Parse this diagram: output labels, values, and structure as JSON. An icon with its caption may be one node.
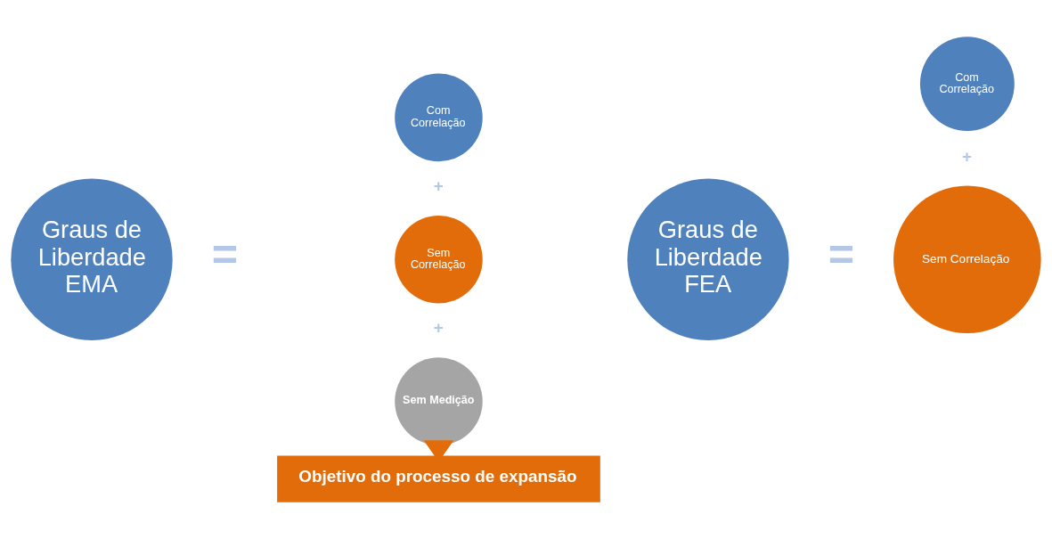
{
  "diagram": {
    "nodes": [
      {
        "text": [
          "Graus de Liberdade",
          "EMA"
        ]
      },
      {
        "text": [
          "Com Correlação"
        ]
      },
      {
        "text": [
          "Sem Correlação"
        ]
      },
      {
        "text": [
          "Sem Medição"
        ]
      },
      {
        "text": [
          "Objetivo do processo de expansão"
        ]
      },
      {
        "text": [
          "Graus de Liberdade",
          "FEA"
        ]
      },
      {
        "text": [
          "Com Correlação"
        ]
      },
      {
        "text": [
          "Sem Correlação"
        ]
      }
    ],
    "edges": [
      {
        "from": 3,
        "to": 4,
        "arrow": "to",
        "style": "thick",
        "color": "#e36c0a"
      }
    ],
    "labels": [
      "=",
      "+",
      "+",
      "=",
      "+"
    ]
  }
}
